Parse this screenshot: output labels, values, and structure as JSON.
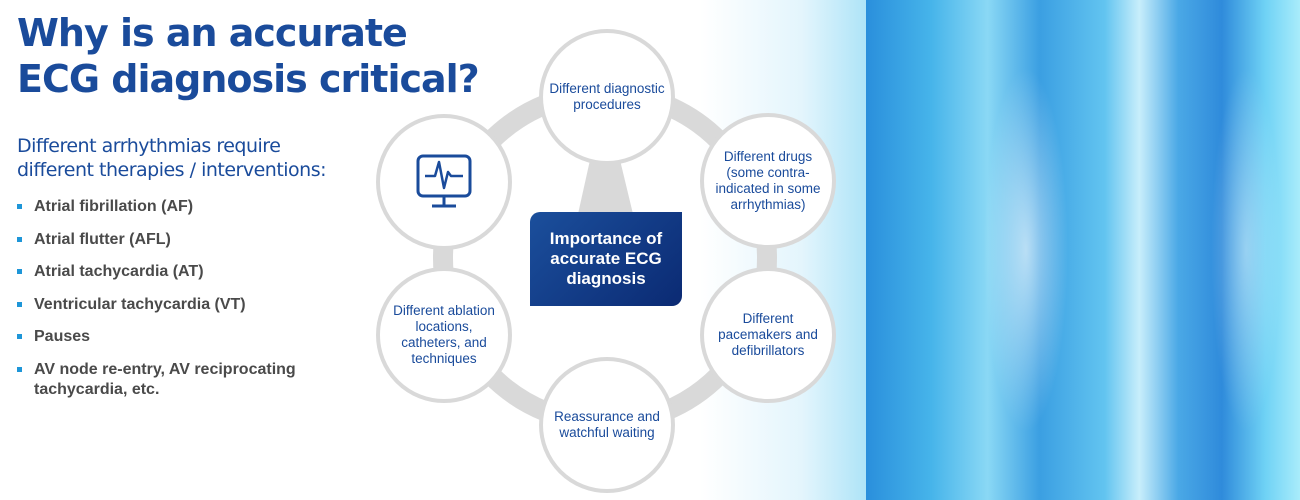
{
  "title": "Why is an accurate ECG diagnosis critical?",
  "title_lines": [
    "Why is an accurate",
    "ECG diagnosis critical?"
  ],
  "subtitle_lines": [
    "Different arrhythmias require",
    "different therapies / interventions:"
  ],
  "bullets": [
    "Atrial fibrillation (AF)",
    "Atrial flutter (AFL)",
    "Atrial tachycardia (AT)",
    "Ventricular tachycardia (VT)",
    "Pauses",
    "AV node re-entry, AV reciprocating tachycardia, etc."
  ],
  "diagram": {
    "center": "Importance of accurate ECG diagnosis",
    "nodes": [
      "Different diagnostic procedures",
      "Different drugs (some contra-indicated in some arrhythmias)",
      "Different pacemakers and defibrillators",
      "Reassurance and watchful waiting",
      "Different ablation locations, catheters, and techniques"
    ],
    "icon": "ecg-monitor-icon"
  },
  "colors": {
    "primary": "#1a4b9b",
    "bullet": "#1e96d8",
    "ring": "#d9d9d9"
  }
}
